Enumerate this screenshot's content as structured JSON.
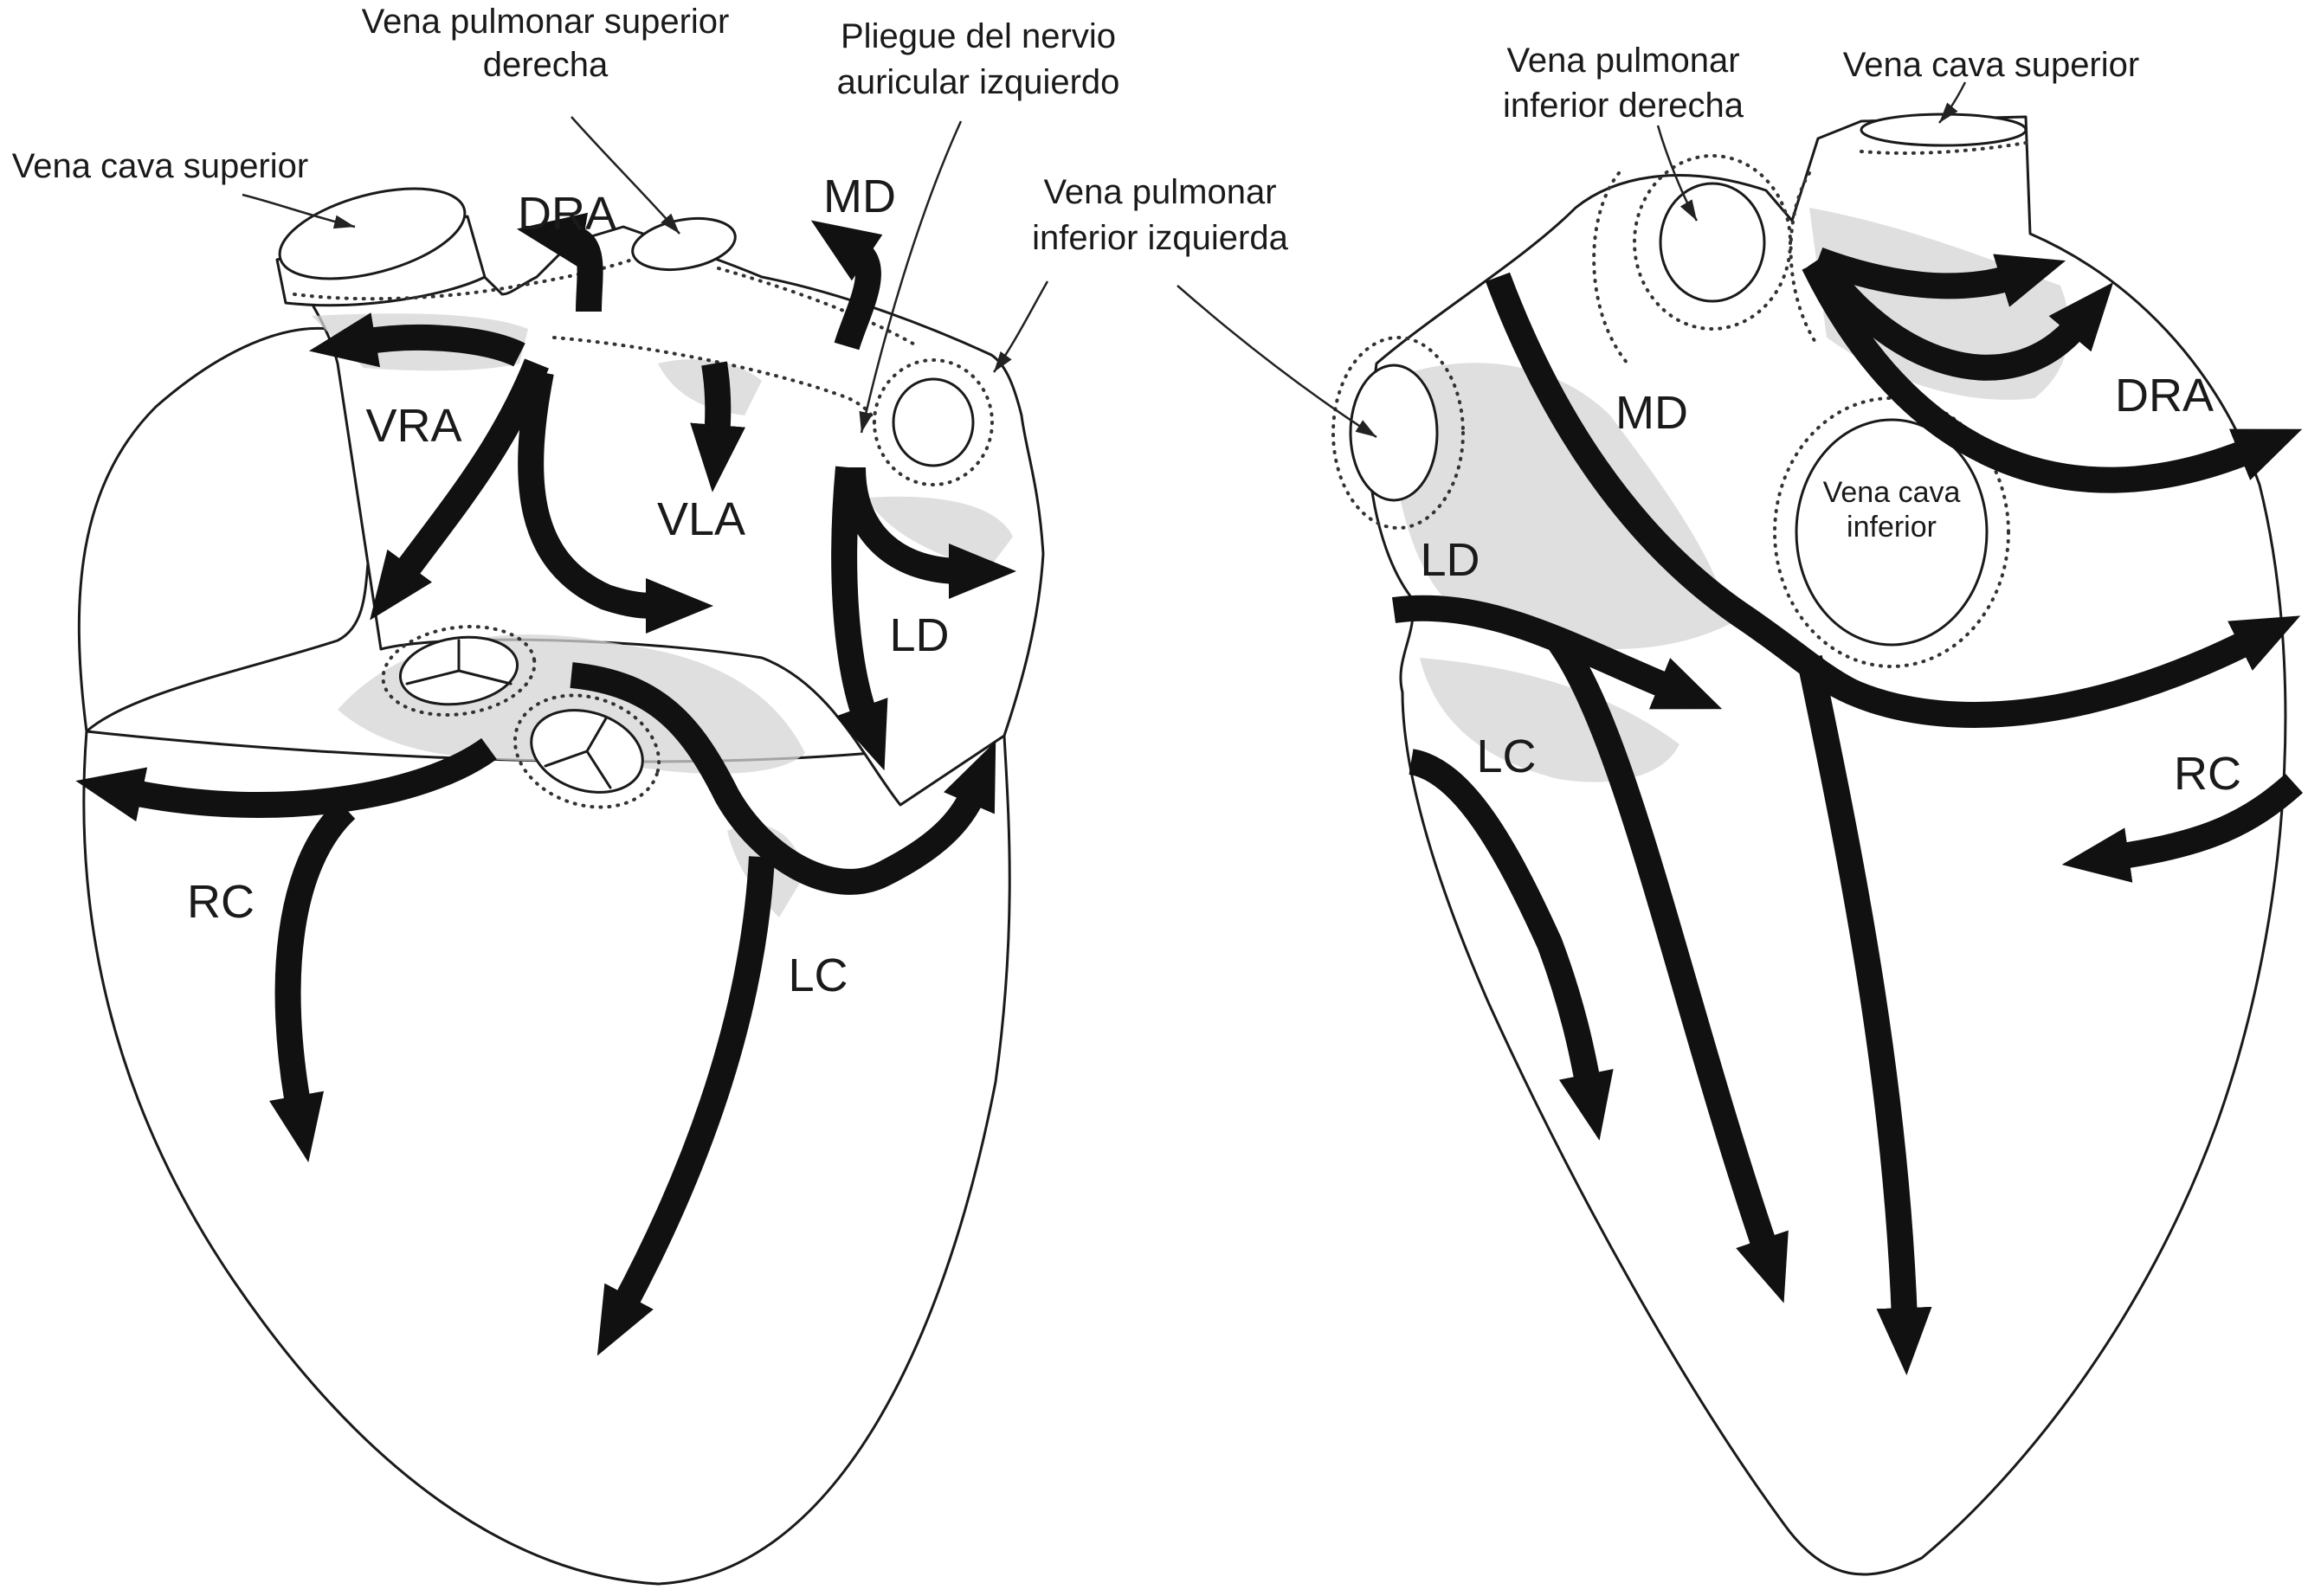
{
  "labels": {
    "ant_svc": "Vena cava superior",
    "ant_rspv_1": "Vena pulmonar superior",
    "ant_rspv_2": "derecha",
    "ant_fold_1": "Pliegue del nervio",
    "ant_fold_2": "auricular izquierdo",
    "ant_lipv_1": "Vena pulmonar",
    "ant_lipv_2": "inferior izquierda",
    "ant_dra": "DRA",
    "ant_md": "MD",
    "ant_vra": "VRA",
    "ant_vla": "VLA",
    "ant_ld": "LD",
    "ant_rc": "RC",
    "ant_lc": "LC",
    "post_ripv_1": "Vena pulmonar",
    "post_ripv_2": "inferior derecha",
    "post_svc": "Vena cava superior",
    "post_md": "MD",
    "post_dra": "DRA",
    "post_ivc_1": "Vena cava",
    "post_ivc_2": "inferior",
    "post_ld": "LD",
    "post_lc": "LC",
    "post_rc": "RC"
  },
  "colors": {
    "line": "#1a1a1a",
    "route": "#111111",
    "shading": "#d4d4d4",
    "background": "#ffffff"
  }
}
